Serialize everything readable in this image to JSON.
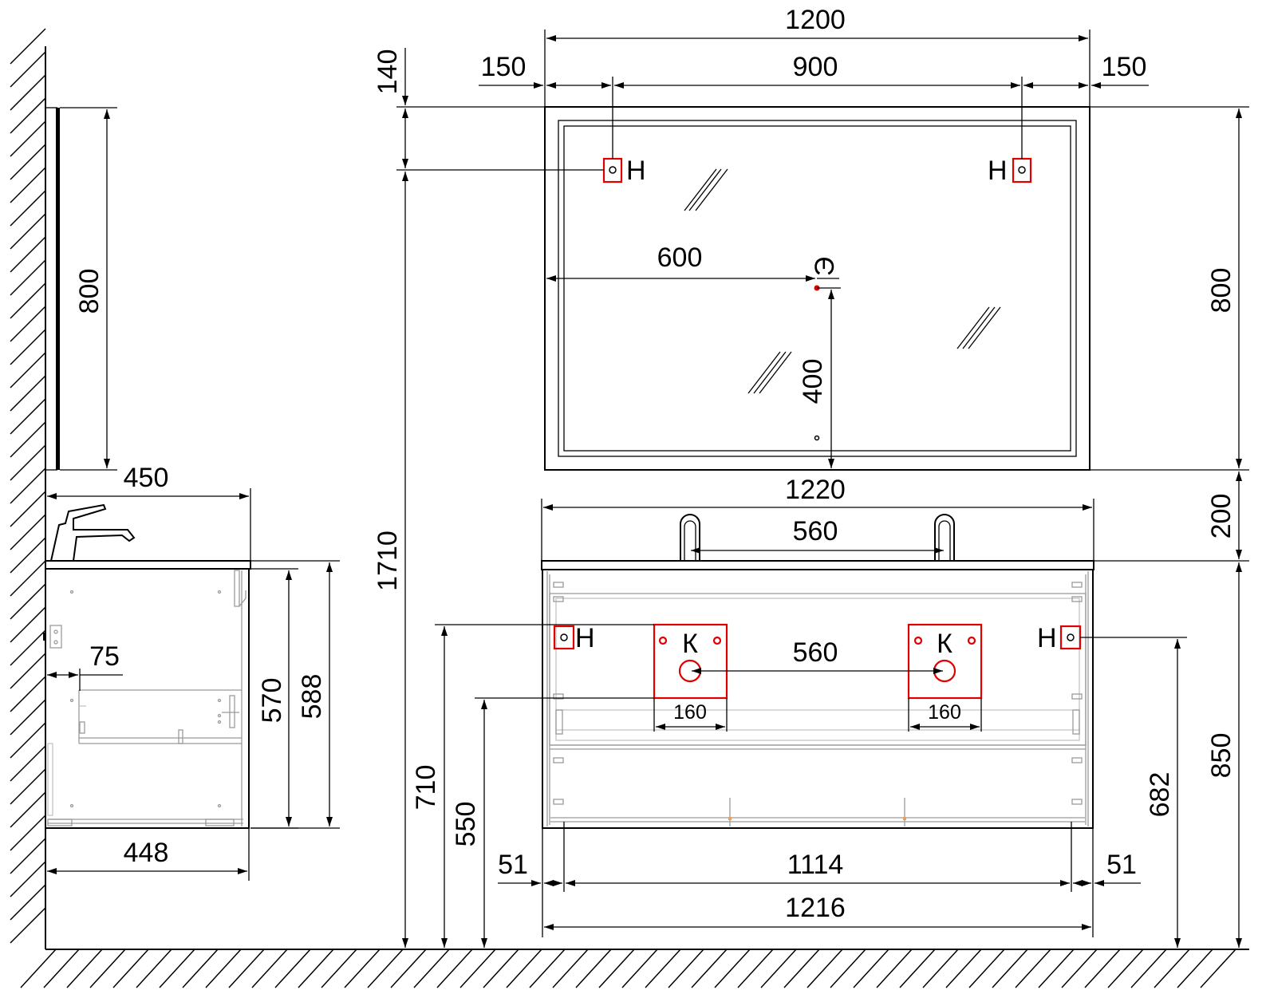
{
  "dimensions": {
    "mirror_width": "1200",
    "mirror_left_offset": "150",
    "mirror_mount_spacing": "900",
    "mirror_right_offset": "150",
    "mirror_mount_top_offset": "140",
    "mirror_height": "800",
    "mirror_height_side": "800",
    "socket_horizontal": "600",
    "socket_vertical": "400",
    "mirror_mount_height": "1710",
    "countertop_width": "1220",
    "faucet_spacing_top": "560",
    "gap_mirror_sink": "200",
    "drain_spacing": "560",
    "cold_hot_spacing_left": "160",
    "cold_hot_spacing_right": "160",
    "cabinet_mount_height": "710",
    "drain_height": "550",
    "side_mount_height": "682",
    "top_height": "850",
    "side_offset_left": "51",
    "inner_width": "1114",
    "side_offset_right": "51",
    "cabinet_width": "1216",
    "side_depth_top": "450",
    "side_depth_bottom": "448",
    "side_inner_offset": "75",
    "side_height_570": "570",
    "side_height_588": "588"
  },
  "markers": {
    "mount_left": "Н",
    "mount_right": "Н",
    "socket": "Э",
    "cab_mount_left": "Н",
    "cab_mount_right": "Н",
    "water_left": "К",
    "water_right": "К"
  },
  "colors": {
    "line": "#000000",
    "connection_marker": "#e00000",
    "cabinet_detail": "#9a9a9a"
  }
}
